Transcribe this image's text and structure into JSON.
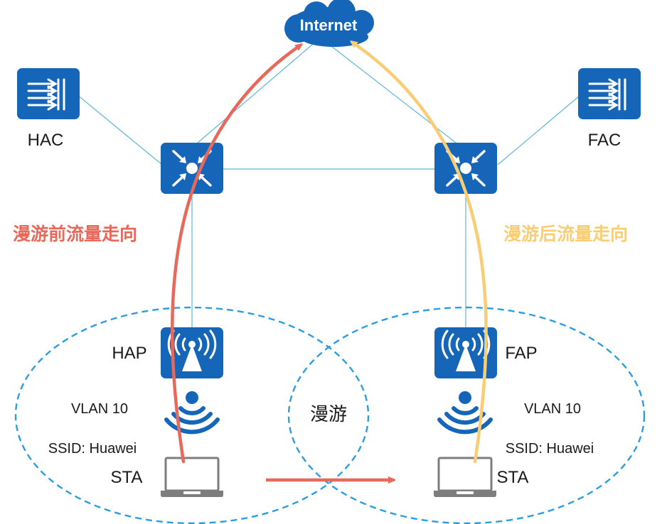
{
  "cloud": {
    "label": "Internet"
  },
  "controllers": {
    "home": "HAC",
    "foreign": "FAC"
  },
  "access_points": {
    "home": "HAP",
    "foreign": "FAP"
  },
  "cells": {
    "home": {
      "vlan": "VLAN 10",
      "ssid": "SSID: Huawei",
      "station": "STA"
    },
    "foreign": {
      "vlan": "VLAN 10",
      "ssid": "SSID: Huawei",
      "station": "STA"
    },
    "overlap_label": "漫游"
  },
  "flows": {
    "before": "漫游前流量走向",
    "after": "漫游后流量走向"
  },
  "colors": {
    "device_blue": "#1565b8",
    "link_line": "#5fb6d8",
    "cell_dash": "#2a9ee0",
    "flow_before": "#e8685a",
    "flow_after": "#f9cd73",
    "laptop_gray": "#7d7d7d"
  }
}
